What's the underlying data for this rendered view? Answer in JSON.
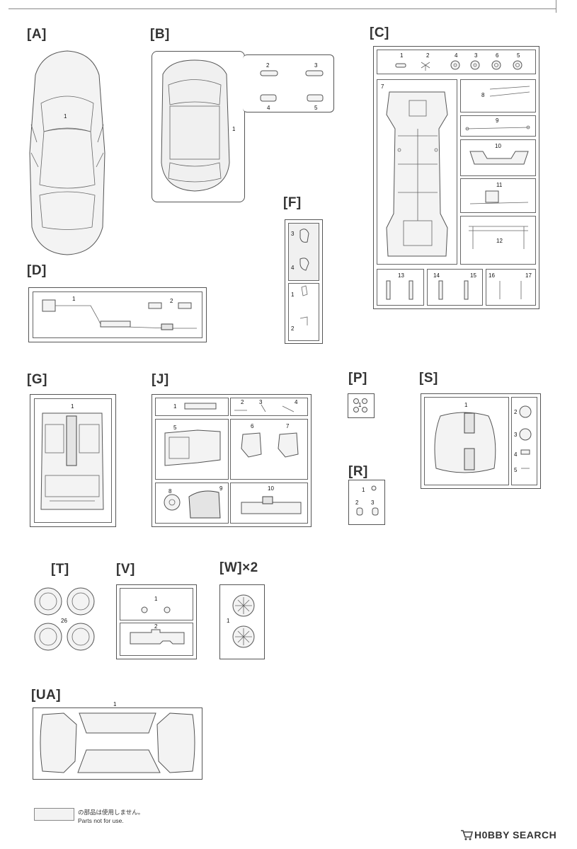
{
  "sections": {
    "A": {
      "label": "[A]",
      "parts": [
        "1"
      ]
    },
    "B": {
      "label": "[B]",
      "parts": [
        "1",
        "2",
        "3",
        "4",
        "5"
      ]
    },
    "C": {
      "label": "[C]",
      "parts": [
        "1",
        "2",
        "4",
        "3",
        "6",
        "5",
        "7",
        "8",
        "9",
        "10",
        "11",
        "12",
        "13",
        "14",
        "15",
        "16",
        "17"
      ]
    },
    "D": {
      "label": "[D]",
      "parts": [
        "1",
        "2"
      ]
    },
    "F": {
      "label": "[F]",
      "parts": [
        "3",
        "4",
        "1",
        "2"
      ]
    },
    "G": {
      "label": "[G]",
      "parts": [
        "1"
      ]
    },
    "J": {
      "label": "[J]",
      "parts": [
        "1",
        "2",
        "3",
        "4",
        "5",
        "6",
        "7",
        "8",
        "9",
        "10"
      ]
    },
    "P": {
      "label": "[P]",
      "parts": [
        "1"
      ]
    },
    "S": {
      "label": "[S]",
      "parts": [
        "1",
        "2",
        "3",
        "4",
        "5"
      ]
    },
    "R": {
      "label": "[R]",
      "parts": [
        "1",
        "2",
        "3"
      ]
    },
    "T": {
      "label": "[T]",
      "parts": [
        "26"
      ]
    },
    "V": {
      "label": "[V]",
      "parts": [
        "1",
        "2"
      ]
    },
    "W": {
      "label": "[W]×2",
      "parts": [
        "1"
      ]
    },
    "UA": {
      "label": "[UA]",
      "parts": [
        "1"
      ]
    }
  },
  "legend": {
    "jp": "の部品は使用しません。",
    "en": "Parts not for use."
  },
  "watermark": {
    "text": "H0BBY SEARCH",
    "icon": "cart-icon"
  },
  "colors": {
    "line": "#555555",
    "unused_fill": "#f0f0f0"
  }
}
